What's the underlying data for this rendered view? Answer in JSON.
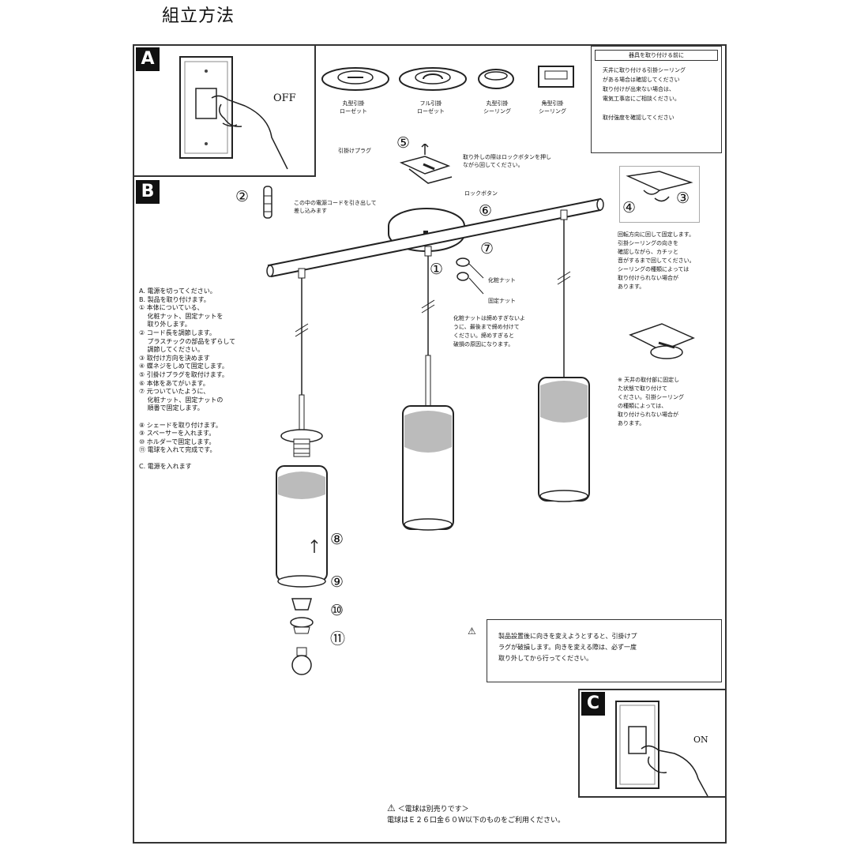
{
  "title": "組立方法",
  "sections": {
    "A": "A",
    "B": "B",
    "C": "C"
  },
  "switch_off": "OFF",
  "switch_on": "ON",
  "ceiling_types": [
    {
      "line1": "丸型引掛",
      "line2": "ローゼット"
    },
    {
      "line1": "フル引掛",
      "line2": "ローゼット"
    },
    {
      "line1": "丸型引掛",
      "line2": "シーリング"
    },
    {
      "line1": "角型引掛",
      "line2": "シーリング"
    }
  ],
  "top_right_note": {
    "heading": "器具を取り付ける前に",
    "lines": [
      "天井に取り付ける引掛シーリング",
      "がある場合は確認してください",
      "取り付けが出来ない場合は、",
      "電気工事店にご相談ください。",
      "",
      "取付強度を確認してください"
    ]
  },
  "plug_label": "引掛けプラグ",
  "lock_label": "ロックボタン",
  "plug_note": [
    "取り外しの際はロックボタンを押し",
    "ながら回してください。"
  ],
  "screw_note": [
    "この中の電源コードを引き出して",
    "差し込みます"
  ],
  "nut_labels": [
    "化粧ナット",
    "固定ナット"
  ],
  "nut_note": [
    "化粧ナットは締めすぎないよ",
    "うに、最後まで締め付けて",
    "ください。締めすぎると",
    "破損の原因になります。"
  ],
  "right_note1": [
    "回転方向に回して固定します。",
    "引掛シーリングの向きを",
    "確認しながら、カチッと",
    "音がするまで回してください。",
    "シーリングの種類によっては",
    "取り付けられない場合が",
    "あります。"
  ],
  "right_note2": [
    "※ 天井の取付部に固定し",
    "た状態で取り付けて",
    "ください。引掛シーリング",
    "の種類によっては、",
    "取り付けられない場合が",
    "あります。"
  ],
  "steps": [
    "A. 電源を切ってください。",
    "B. 製品を取り付けます。",
    "① 本体についている、",
    "　 化粧ナット、固定ナットを",
    "　 取り外します。",
    "② コード長を調節します。",
    "　 プラスチックの部品をずらして",
    "　 調節してください。",
    "③ 取付け方向を決めます",
    "④ 蝶ネジをしめて固定します。",
    "⑤ 引掛けプラグを取付けます。",
    "⑥ 本体をあてがいます。",
    "⑦ 元ついていたように、",
    "　 化粧ナット、固定ナットの",
    "　 順番で固定します。",
    "",
    "⑧ シェードを取り付けます。",
    "⑨ スペーサーを入れます。",
    "⑩ ホルダーで固定します。",
    "⑪ 電球を入れて完成です。",
    "",
    "C. 電源を入れます"
  ],
  "numbers": [
    "①",
    "②",
    "③",
    "④",
    "⑤",
    "⑥",
    "⑦",
    "⑧",
    "⑨",
    "⑩",
    "⑪"
  ],
  "warning_box": [
    "製品設置後に向きを変えようとすると、引掛けプ",
    "ラグが破損します。向きを変える際は、必ず一度",
    "取り外してから行ってください。"
  ],
  "bottom_warning": {
    "line1": "＜電球は別売りです＞",
    "line2": "電球はＥ２６口金６０Ｗ以下のものをご利用ください。"
  }
}
